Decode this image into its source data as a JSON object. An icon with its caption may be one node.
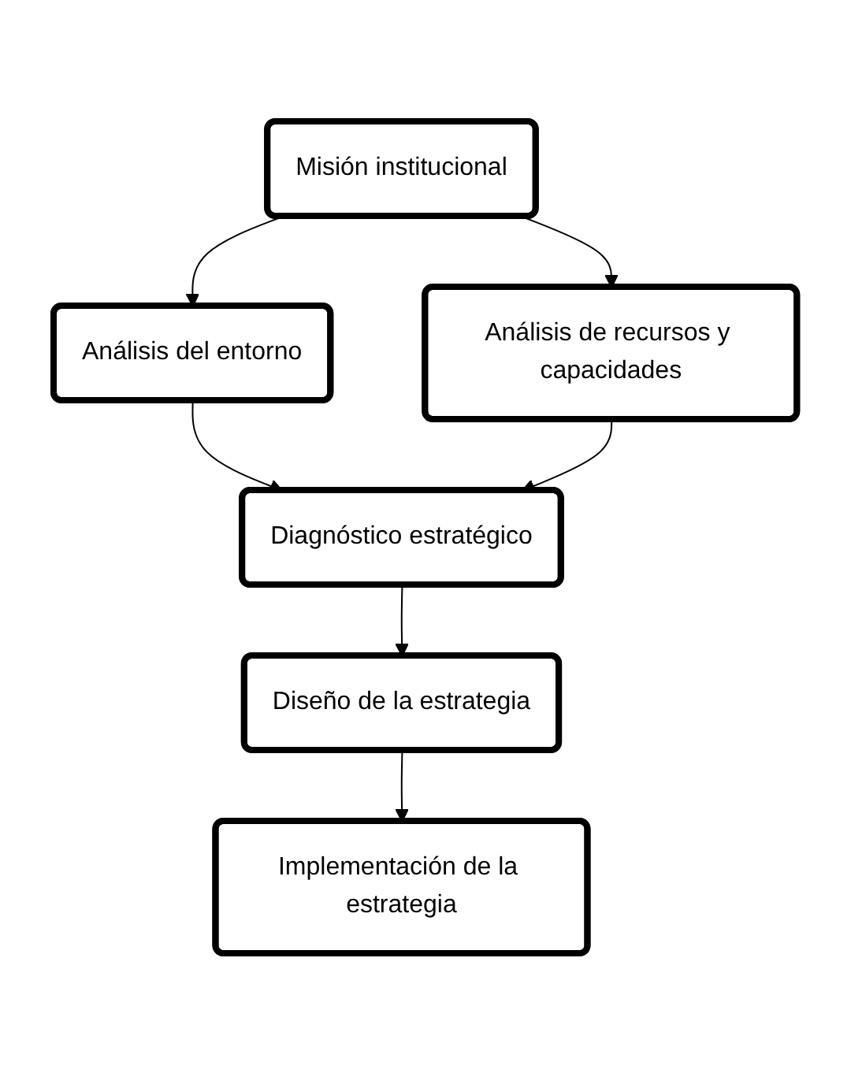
{
  "diagram": {
    "nodes": [
      {
        "text": [
          "Misión institucional"
        ]
      },
      {
        "text": [
          "Análisis del entorno"
        ]
      },
      {
        "text": [
          "Análisis de recursos y capacidades"
        ]
      },
      {
        "text": [
          "Diagnóstico estratégico"
        ]
      },
      {
        "text": [
          "Diseño de la estrategia"
        ]
      },
      {
        "text": [
          "Implementación de la estrategia"
        ]
      }
    ],
    "edges": [
      {
        "from": 0,
        "to": 1,
        "arrow": "to"
      },
      {
        "from": 0,
        "to": 2,
        "arrow": "to"
      },
      {
        "from": 1,
        "to": 3,
        "arrow": "to"
      },
      {
        "from": 2,
        "to": 3,
        "arrow": "to"
      },
      {
        "from": 3,
        "to": 4,
        "arrow": "to"
      },
      {
        "from": 4,
        "to": 5,
        "arrow": "to"
      }
    ]
  }
}
